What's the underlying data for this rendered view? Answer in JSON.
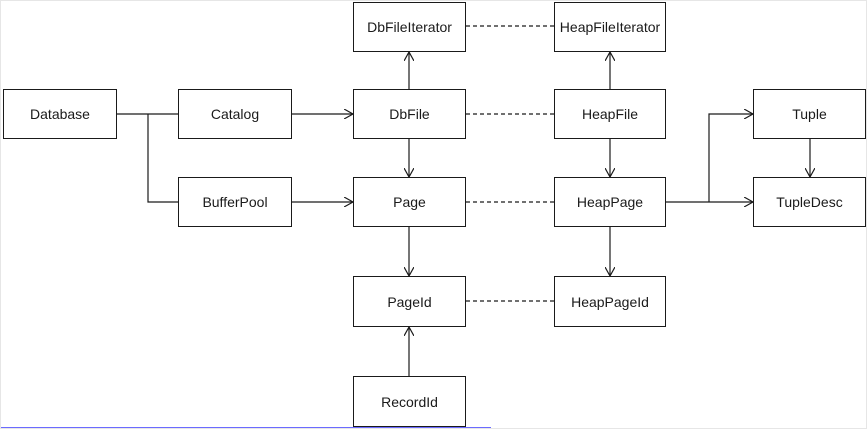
{
  "diagram": {
    "nodes": {
      "database": "Database",
      "catalog": "Catalog",
      "buffer_pool": "BufferPool",
      "db_file_iterator": "DbFileIterator",
      "db_file": "DbFile",
      "page": "Page",
      "page_id": "PageId",
      "record_id": "RecordId",
      "heap_file_iterator": "HeapFileIterator",
      "heap_file": "HeapFile",
      "heap_page": "HeapPage",
      "heap_page_id": "HeapPageId",
      "tuple": "Tuple",
      "tuple_desc": "TupleDesc"
    },
    "colors": {
      "line": "#1a1a1a",
      "accent": "#6b6bff"
    }
  }
}
